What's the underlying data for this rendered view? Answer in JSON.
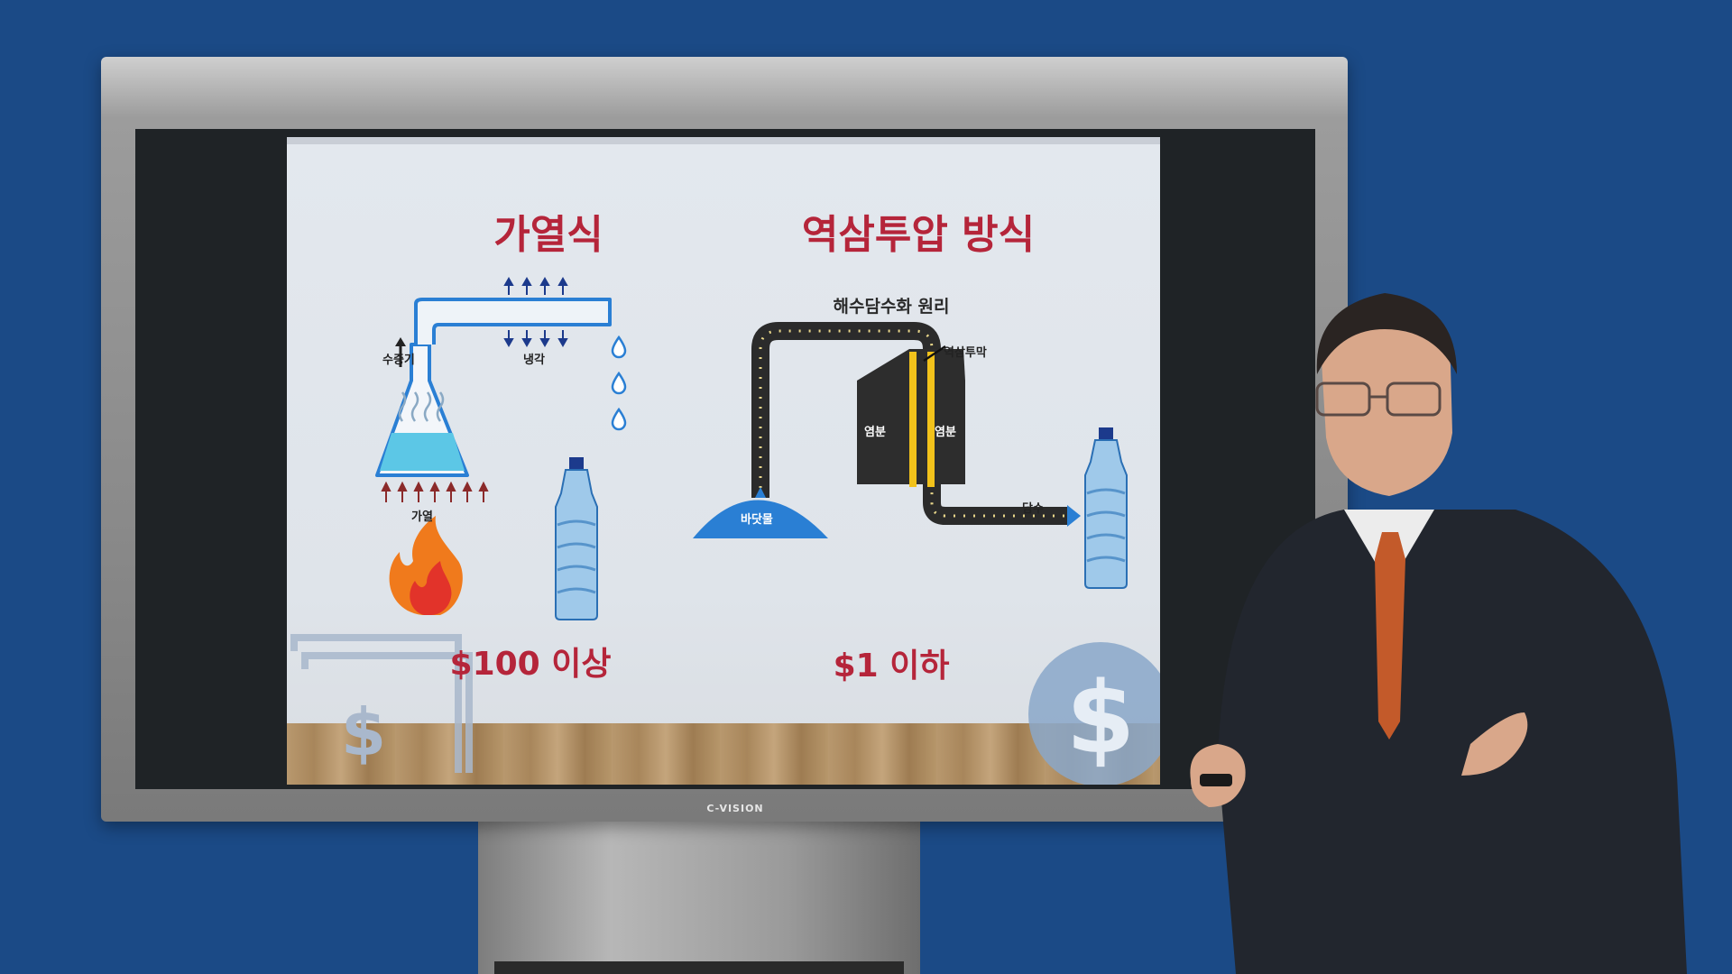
{
  "monitor": {
    "brand": "C-VISION"
  },
  "slide": {
    "left_title": "가열식",
    "right_title": "역삼투압 방식",
    "right_subtitle": "해수담수화 원리",
    "left_labels": {
      "vapor": "수증기",
      "cooling": "냉각",
      "heating": "가열"
    },
    "right_labels": {
      "membrane": "역삼투막",
      "salt_left": "염분",
      "salt_right": "염분",
      "seawater": "바닷물",
      "freshwater": "담수"
    },
    "left_price": "$100 이상",
    "right_price": "$1 이하",
    "dollar_symbol": "$"
  },
  "colors": {
    "background": "#1b4a86",
    "title_red": "#b5253a",
    "pipe_dark": "#2b2b2b",
    "water_blue": "#2a7fd4"
  },
  "icons": [
    "flask-icon",
    "flame-icon",
    "water-bottle-icon",
    "water-drop-icon",
    "dollar-coin-icon",
    "banknote-icon",
    "pipe-icon",
    "seawater-dome-icon"
  ]
}
